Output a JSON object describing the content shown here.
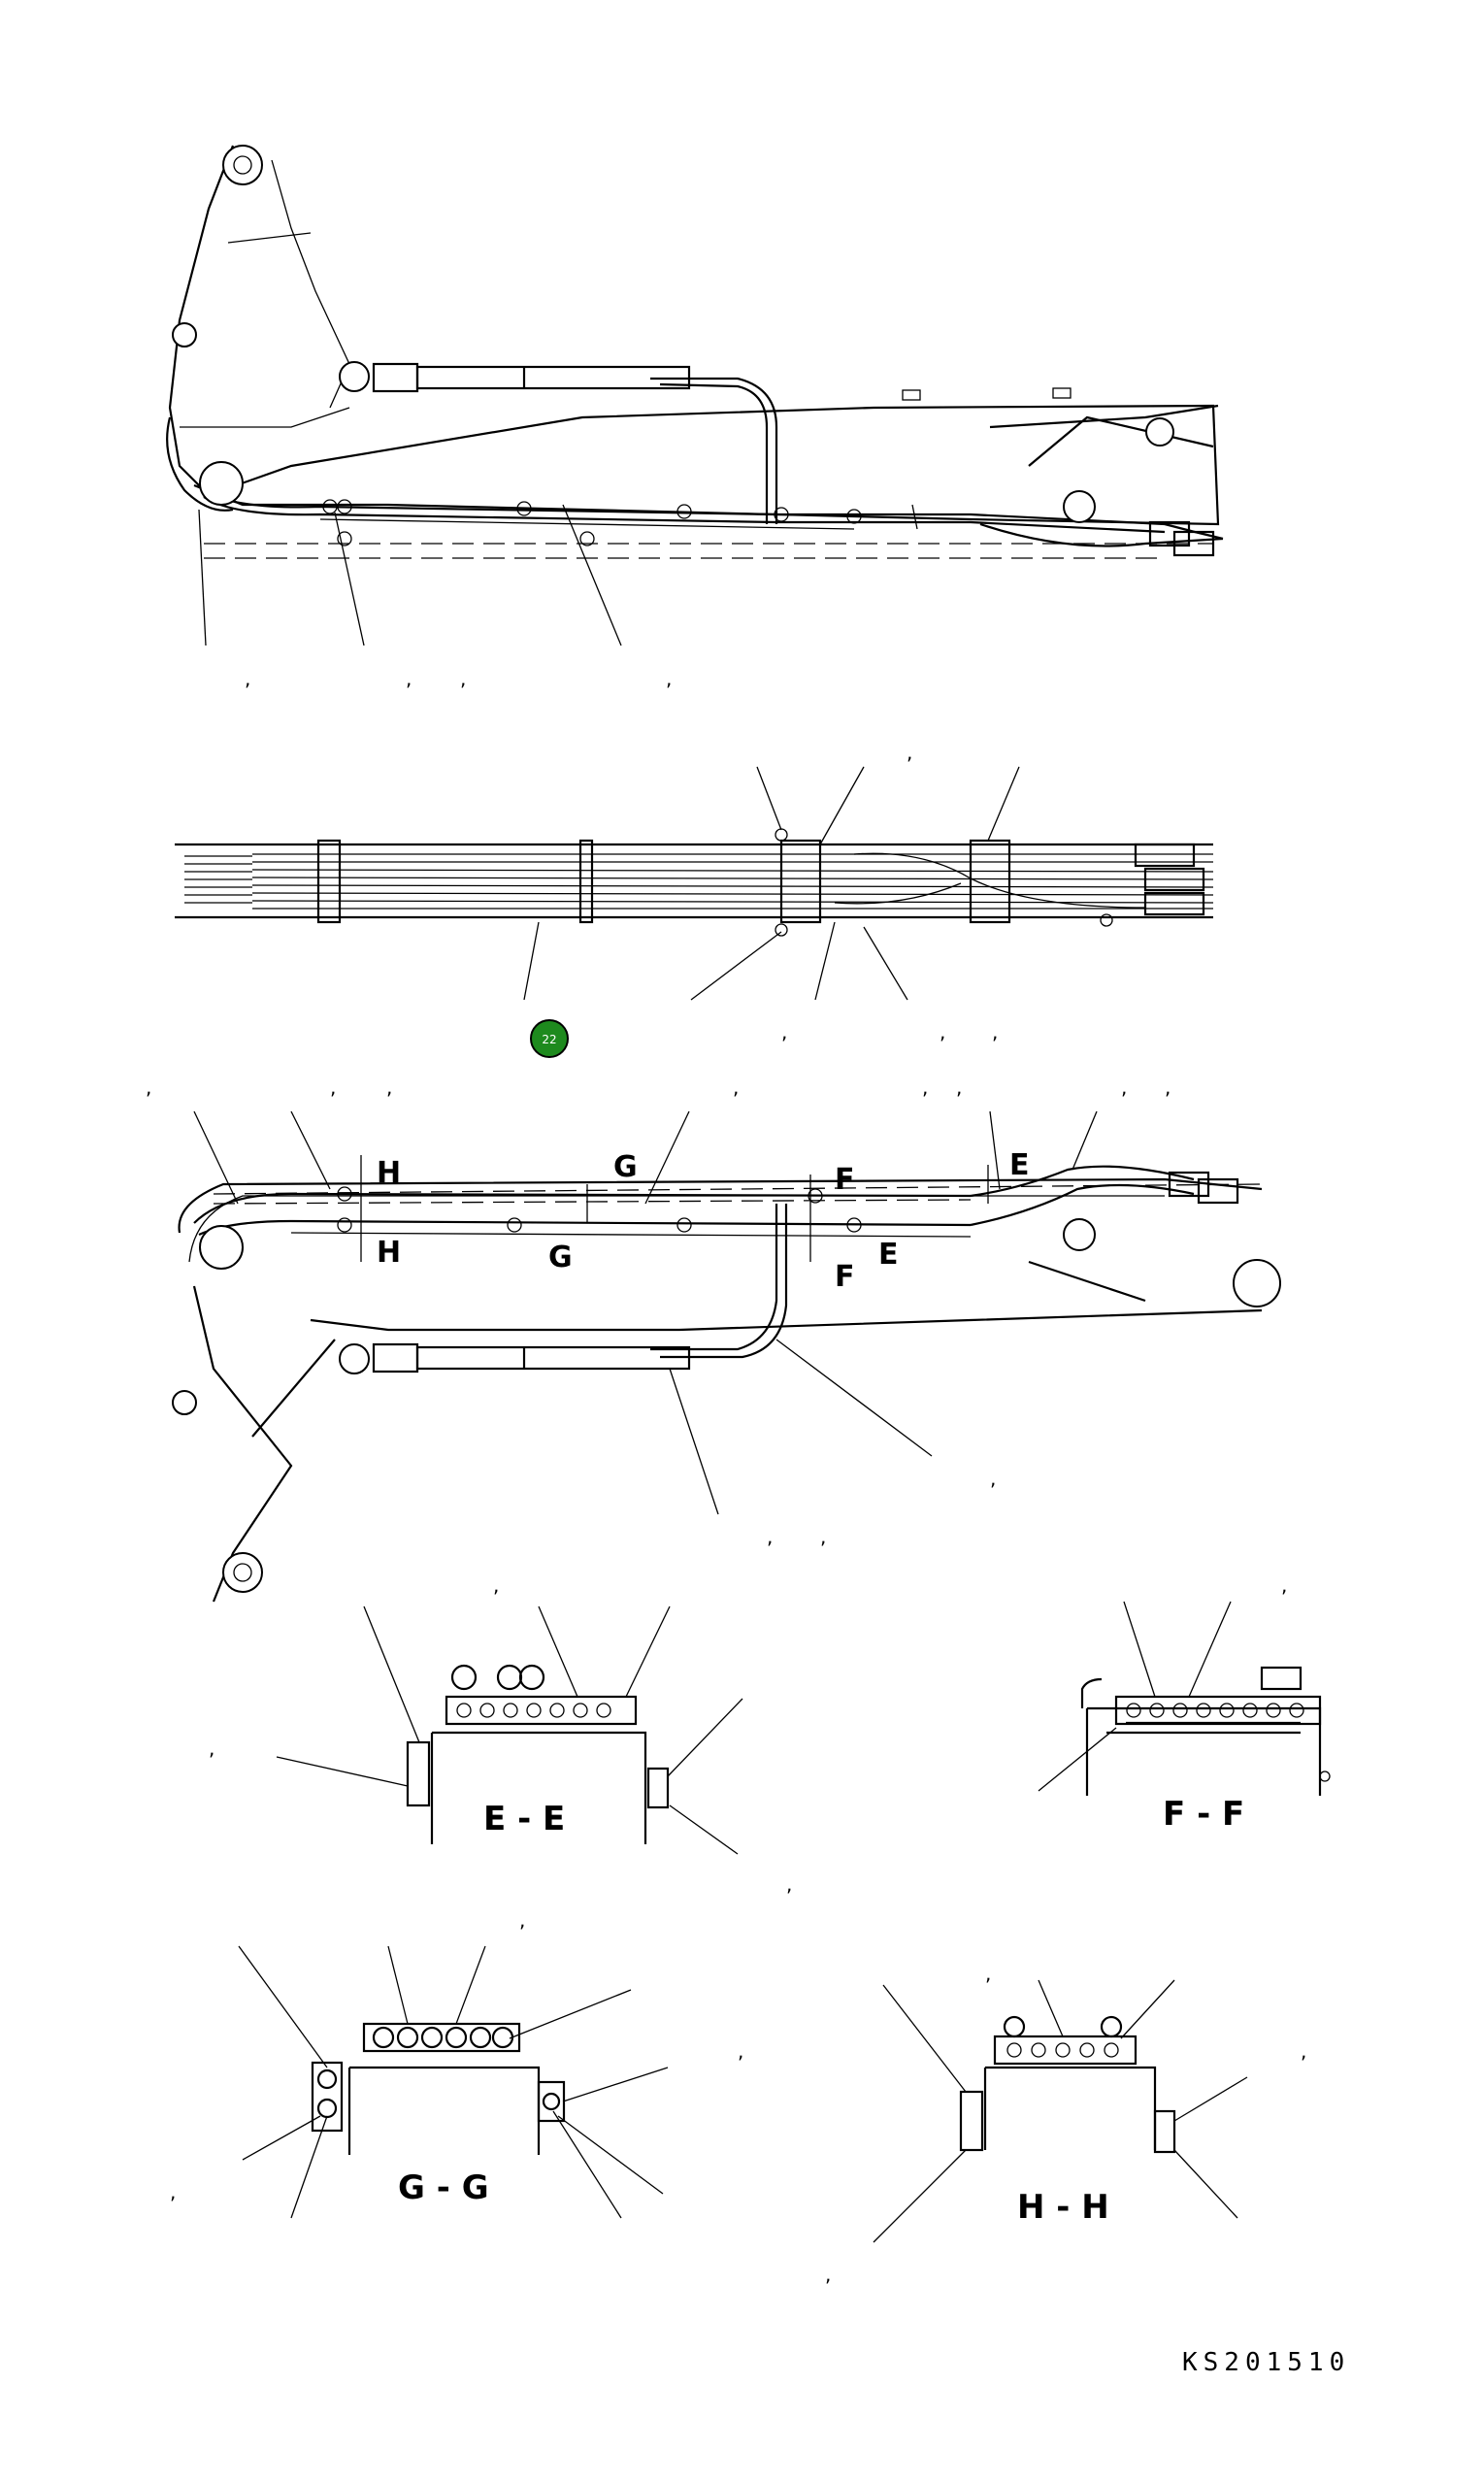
{
  "drawing_code": "KS201510",
  "callout": {
    "number": "22",
    "color": "#1e8a1e"
  },
  "section_marks": [
    "H",
    "H",
    "G",
    "G",
    "F",
    "F",
    "E",
    "E"
  ],
  "section_views": {
    "ee": "E - E",
    "ff": "F - F",
    "gg": "G - G",
    "hh": "H - H"
  },
  "separator": ","
}
